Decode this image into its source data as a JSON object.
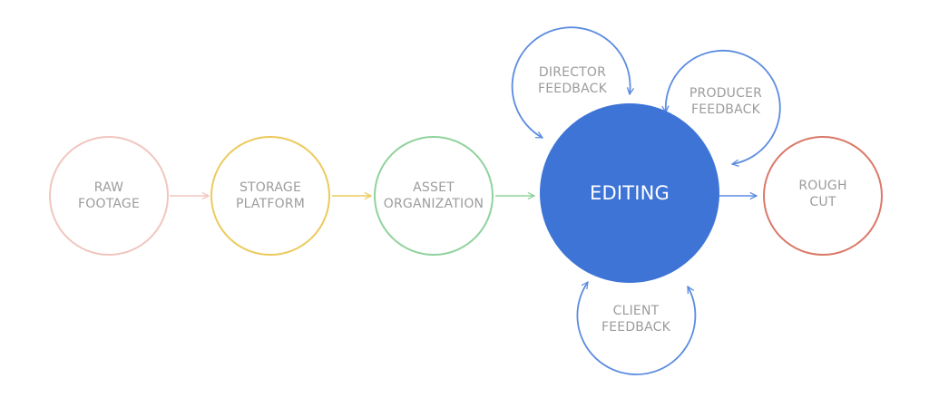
{
  "nodes": {
    "raw": {
      "line1": "RAW",
      "line2": "FOOTAGE",
      "color": "#f0c6be"
    },
    "storage": {
      "line1": "STORAGE",
      "line2": "PLATFORM",
      "color": "#ecca5c"
    },
    "asset": {
      "line1": "ASSET",
      "line2": "ORGANIZATION",
      "color": "#90d29c"
    },
    "editing": {
      "label": "EDITING",
      "color": "#3e74d6"
    },
    "rough": {
      "line1": "ROUGH",
      "line2": "CUT",
      "color": "#da7868"
    }
  },
  "loops": {
    "director": {
      "line1": "DIRECTOR",
      "line2": "FEEDBACK"
    },
    "producer": {
      "line1": "PRODUCER",
      "line2": "FEEDBACK"
    },
    "client": {
      "line1": "CLIENT",
      "line2": "FEEDBACK"
    },
    "color": "#5b8be0"
  }
}
